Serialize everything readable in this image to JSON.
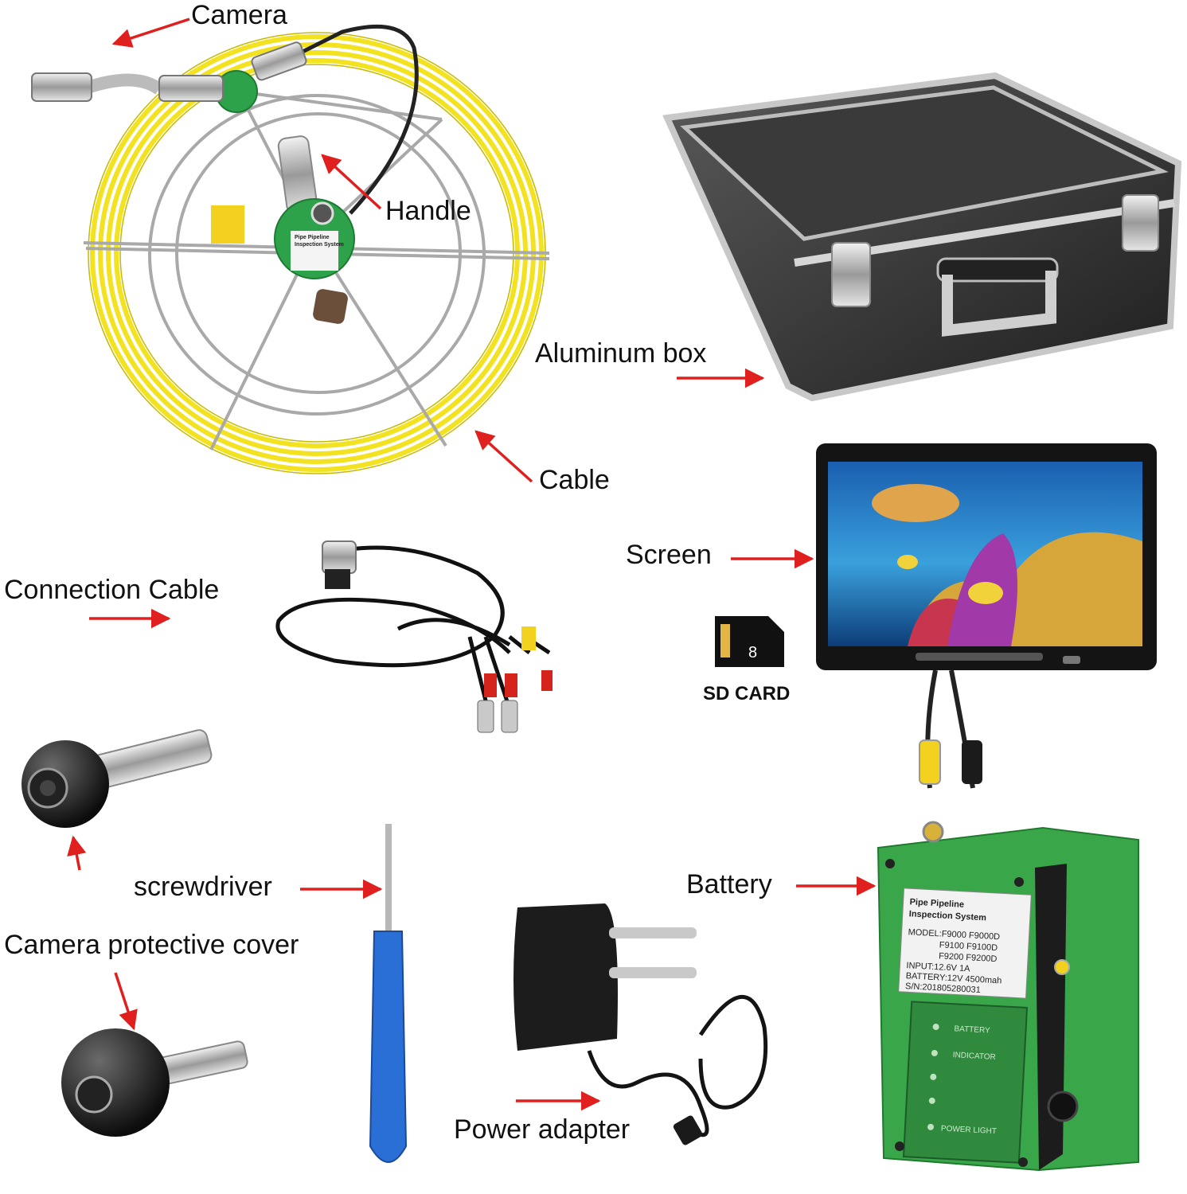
{
  "labels": {
    "camera": "Camera",
    "handle": "Handle",
    "aluminum_box": "Aluminum box",
    "cable": "Cable",
    "connection_cable": "Connection Cable",
    "screen": "Screen",
    "sd_card": "SD CARD",
    "screwdriver": "screwdriver",
    "camera_protective_cover": "Camera protective cover",
    "battery": "Battery",
    "power_adapter": "Power adapter"
  },
  "battery_panel": {
    "title_line1": "Pipe Pipeline",
    "title_line2": "Inspection System",
    "model_line1": "MODEL:F9000  F9000D",
    "model_line2": "F9100  F9100D",
    "model_line3": "F9200  F9200D",
    "input": "INPUT:12.6V 1A",
    "battery": "BATTERY:12V 4500mah",
    "serial": "S/N:201805280031",
    "ind_battery": "BATTERY",
    "ind_indicator": "INDICATOR",
    "ind_power": "POWER LIGHT"
  },
  "reel_hub": {
    "title_line1": "Pipe Pipeline",
    "title_line2": "Inspection System"
  },
  "sd_card_face": {
    "capacity": "8"
  },
  "colors": {
    "cable_yellow": "#f2e21f",
    "arrow_red": "#e0201e",
    "hub_green": "#2ea24a",
    "battery_green": "#3aa64a"
  }
}
